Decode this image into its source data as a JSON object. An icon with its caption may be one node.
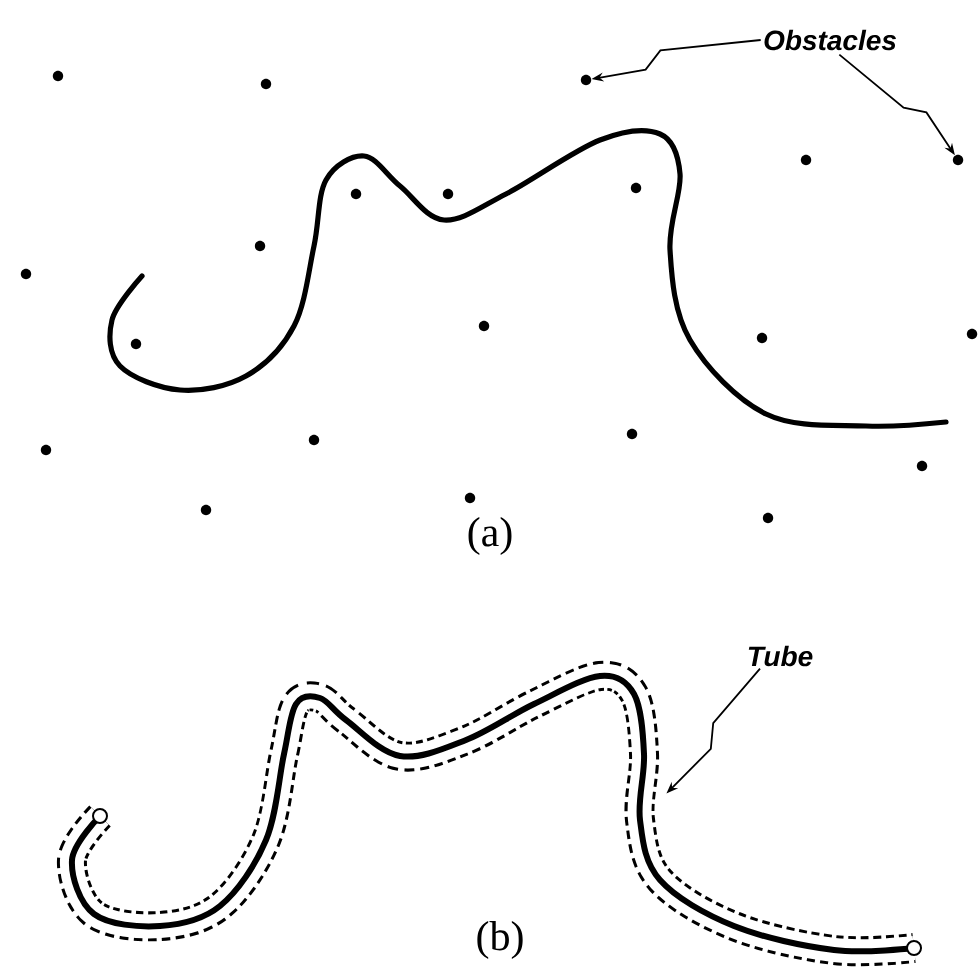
{
  "diagram": {
    "nodes": [
      {
        "text": [
          "Obstacles"
        ]
      },
      {
        "text": [],
        "shape": "circle"
      },
      {
        "text": [],
        "shape": "circle"
      },
      {
        "text": [
          "Tube"
        ]
      },
      {
        "text": [],
        "shape": "picture"
      }
    ],
    "edges": [
      {
        "from": 0,
        "to": 1,
        "arrow": "to"
      },
      {
        "from": 0,
        "to": 2,
        "arrow": "to"
      },
      {
        "from": 3,
        "to": 4,
        "arrow": "to"
      }
    ],
    "labels": [
      "(a)",
      "(b)"
    ]
  }
}
